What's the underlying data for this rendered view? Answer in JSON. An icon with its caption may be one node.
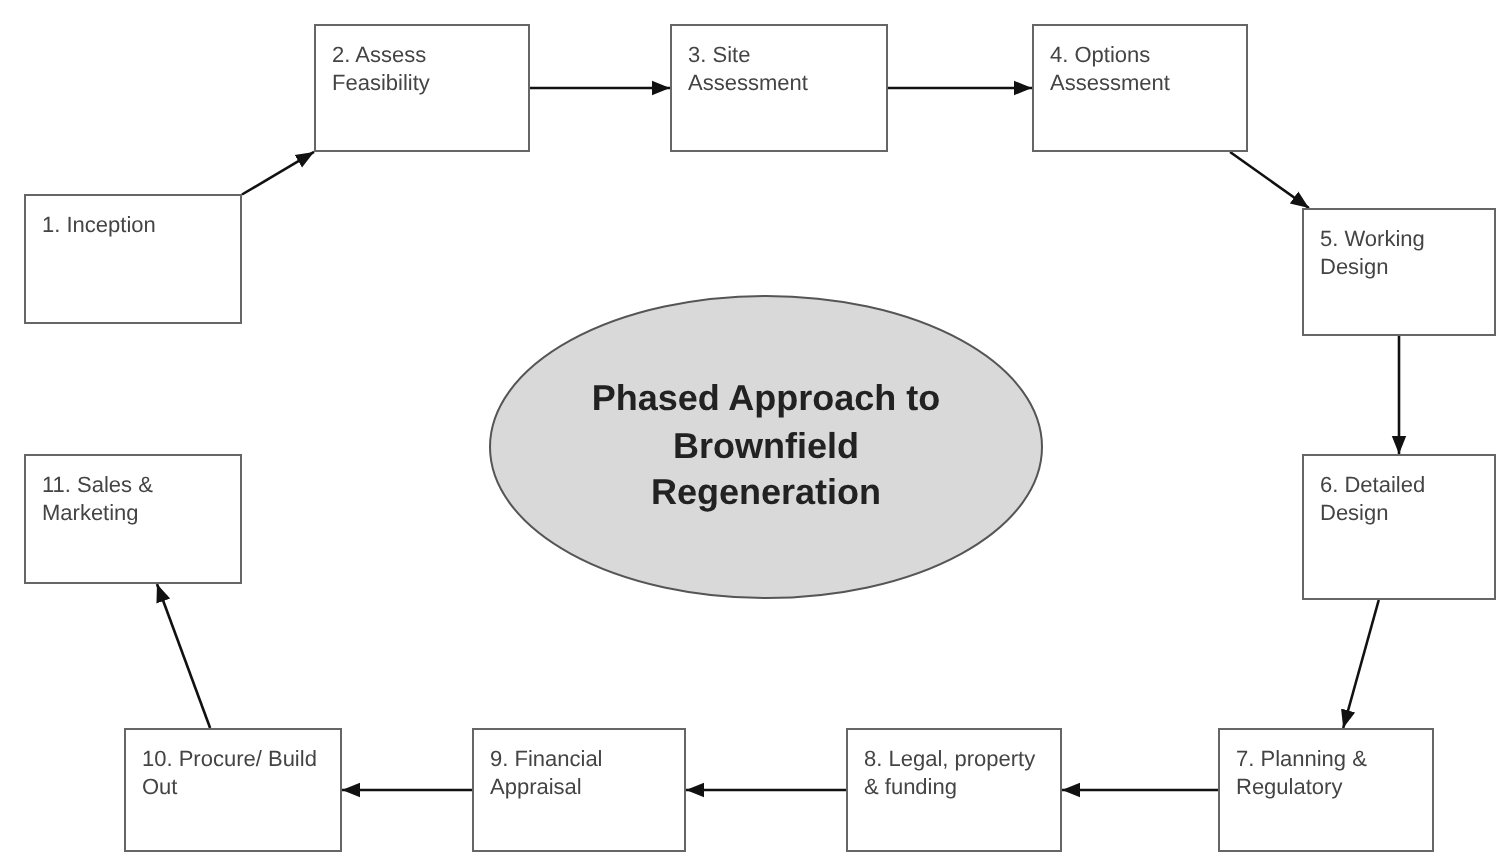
{
  "diagram": {
    "nodes": [
      {
        "text": [
          "1. Inception"
        ]
      },
      {
        "text": [
          "2. Assess Feasibility"
        ]
      },
      {
        "text": [
          "3. Site Assessment"
        ]
      },
      {
        "text": [
          "4. Options Assessment"
        ]
      },
      {
        "text": [
          "5. Working Design"
        ]
      },
      {
        "text": [
          "6. Detailed Design"
        ]
      },
      {
        "text": [
          "7. Planning & Regulatory"
        ]
      },
      {
        "text": [
          "8. Legal, property & funding"
        ]
      },
      {
        "text": [
          "9. Financial Appraisal"
        ]
      },
      {
        "text": [
          "10. Procure/ Build Out"
        ]
      },
      {
        "text": [
          "11. Sales & Marketing"
        ]
      },
      {
        "text": [
          "Phased Approach to Brownfield Regeneration"
        ]
      }
    ],
    "edges": [
      {
        "from": 0,
        "to": 1,
        "arrow": "to"
      },
      {
        "from": 1,
        "to": 2,
        "arrow": "to"
      },
      {
        "from": 2,
        "to": 3,
        "arrow": "to"
      },
      {
        "from": 3,
        "to": 4,
        "arrow": "to"
      },
      {
        "from": 4,
        "to": 5,
        "arrow": "to"
      },
      {
        "from": 5,
        "to": 6,
        "arrow": "to"
      },
      {
        "from": 6,
        "to": 7,
        "arrow": "to"
      },
      {
        "from": 7,
        "to": 8,
        "arrow": "to"
      },
      {
        "from": 8,
        "to": 9,
        "arrow": "to"
      },
      {
        "from": 9,
        "to": 10,
        "arrow": "to"
      }
    ]
  }
}
